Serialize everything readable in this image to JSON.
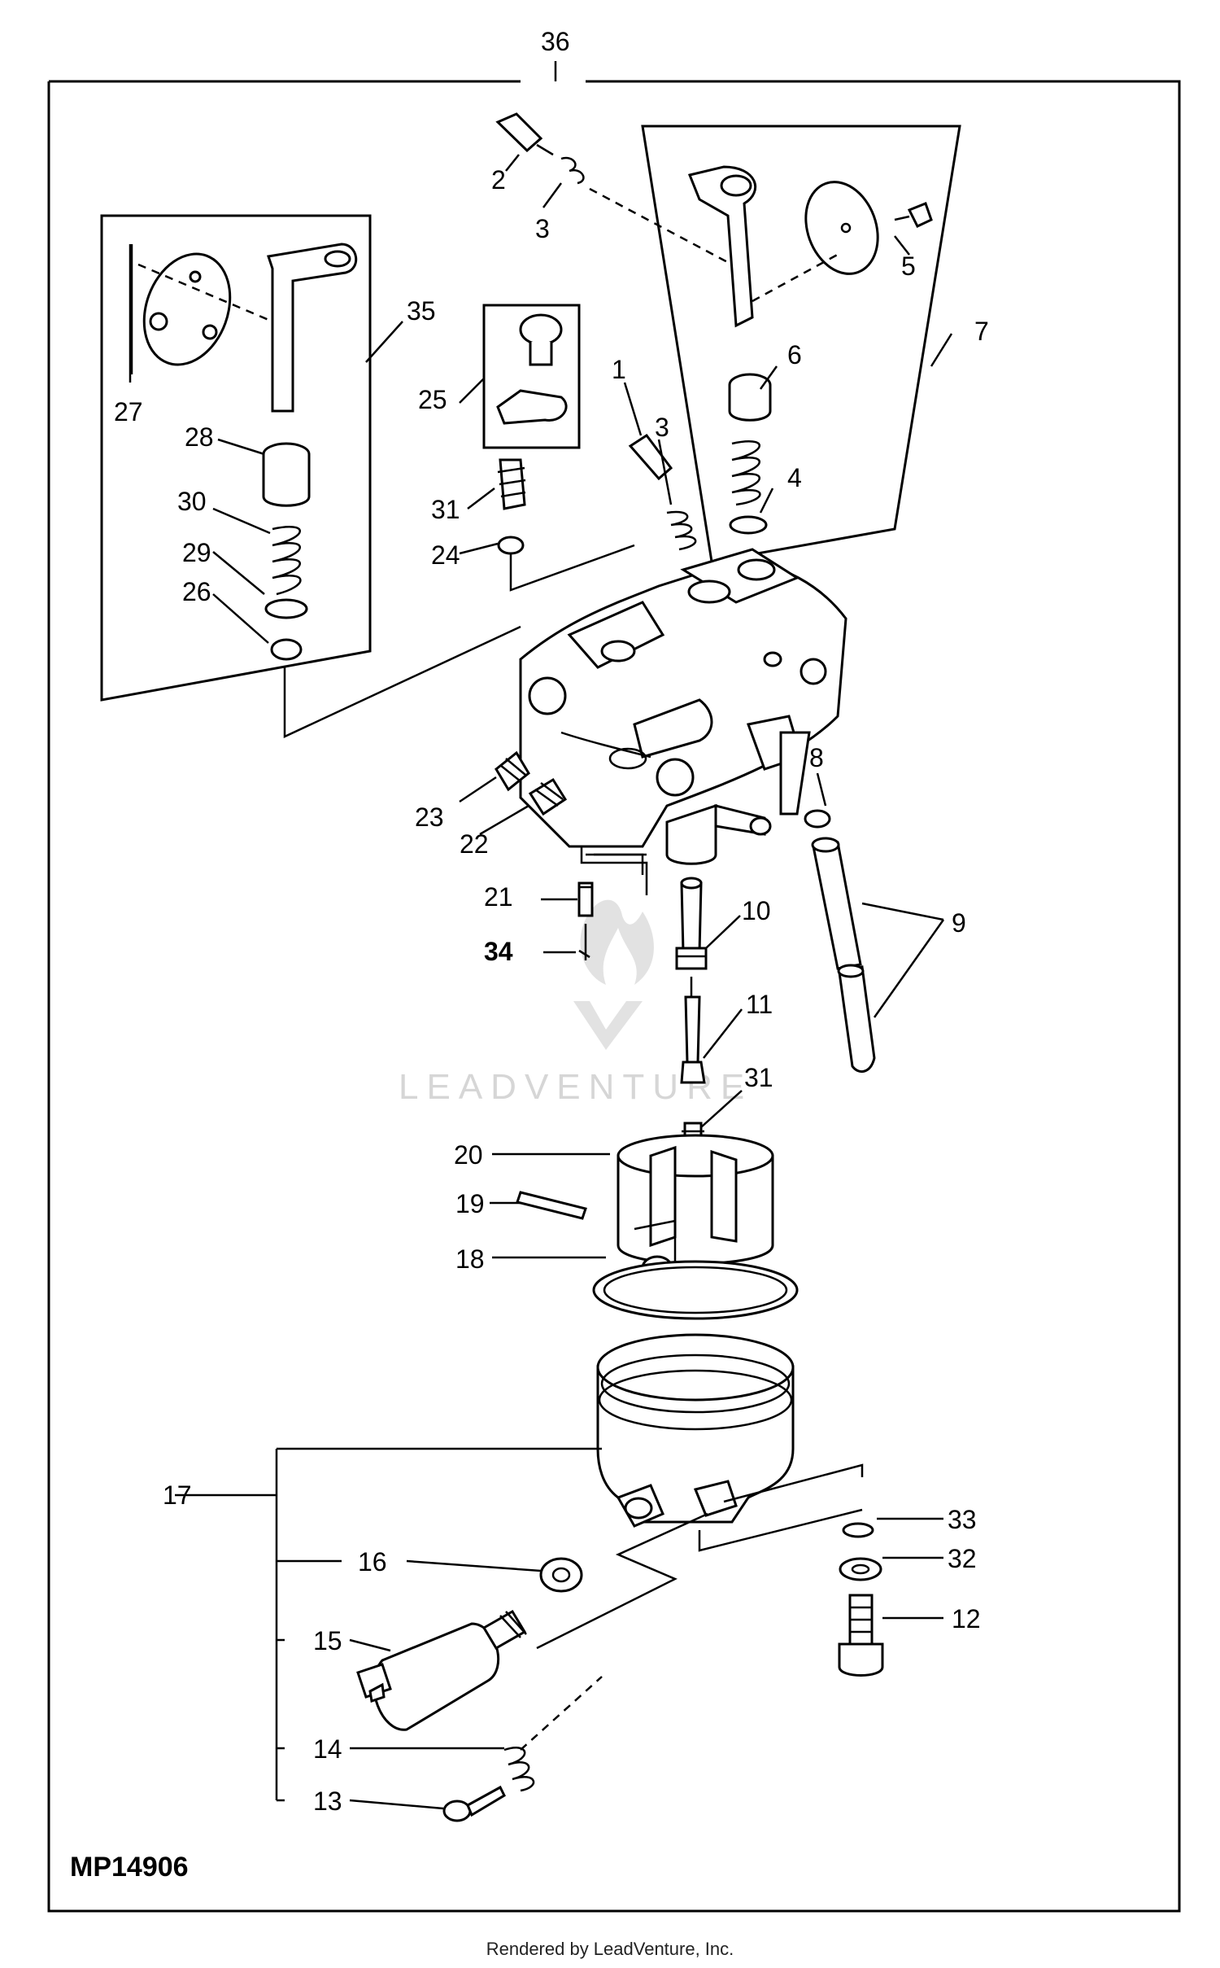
{
  "figure_id": "MP14906",
  "credit": "Rendered by LeadVenture, Inc.",
  "watermark": "LEADVENTURE",
  "callouts": {
    "c36": "36",
    "c2": "2",
    "c3a": "3",
    "c5": "5",
    "c7": "7",
    "c6": "6",
    "c4": "4",
    "c35": "35",
    "c27": "27",
    "c28": "28",
    "c30": "30",
    "c29": "29",
    "c26": "26",
    "c25": "25",
    "c31a": "31",
    "c24": "24",
    "c1": "1",
    "c3b": "3",
    "c23": "23",
    "c22": "22",
    "c8": "8",
    "c9": "9",
    "c21": "21",
    "c34": "34",
    "c10": "10",
    "c11": "11",
    "c31b": "31",
    "c20": "20",
    "c19": "19",
    "c18": "18",
    "c17": "17",
    "c16": "16",
    "c15": "15",
    "c14": "14",
    "c13": "13",
    "c33": "33",
    "c32": "32",
    "c12": "12"
  }
}
